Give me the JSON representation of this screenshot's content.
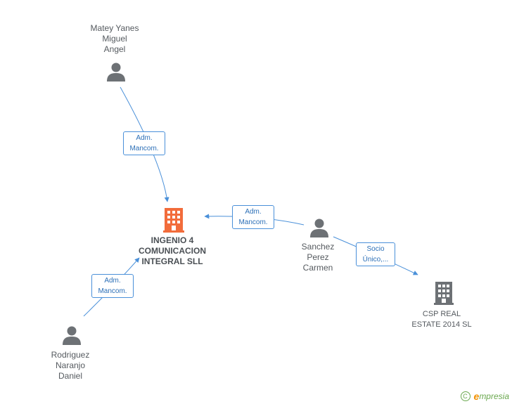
{
  "colors": {
    "edge": "#4a90d9",
    "person_icon": "#6d7175",
    "company_main": "#f26c3b",
    "company_other": "#6d7175"
  },
  "nodes": {
    "matey": {
      "lines": [
        "Matey Yanes",
        "Miguel",
        "Angel"
      ],
      "icon": "person-icon"
    },
    "ingenio": {
      "lines": [
        "INGENIO 4",
        "COMUNICACION",
        "INTEGRAL SLL"
      ],
      "icon": "building-icon"
    },
    "sanchez": {
      "lines": [
        "Sanchez",
        "Perez",
        "Carmen"
      ],
      "icon": "person-icon"
    },
    "rodriguez": {
      "lines": [
        "Rodriguez",
        "Naranjo",
        "Daniel"
      ],
      "icon": "person-icon"
    },
    "csp": {
      "lines": [
        "CSP REAL",
        "ESTATE 2014  SL"
      ],
      "icon": "building-icon"
    }
  },
  "edges": {
    "matey_ingenio": {
      "lines": [
        "Adm.",
        "Mancom."
      ]
    },
    "sanchez_ingenio": {
      "lines": [
        "Adm.",
        "Mancom."
      ]
    },
    "rodriguez_ingenio": {
      "lines": [
        "Adm.",
        "Mancom."
      ]
    },
    "sanchez_csp": {
      "lines": [
        "Socio",
        "Único,..."
      ]
    }
  },
  "footer": {
    "copyright_symbol": "C",
    "brand_first": "e",
    "brand_rest": "mpresia"
  }
}
